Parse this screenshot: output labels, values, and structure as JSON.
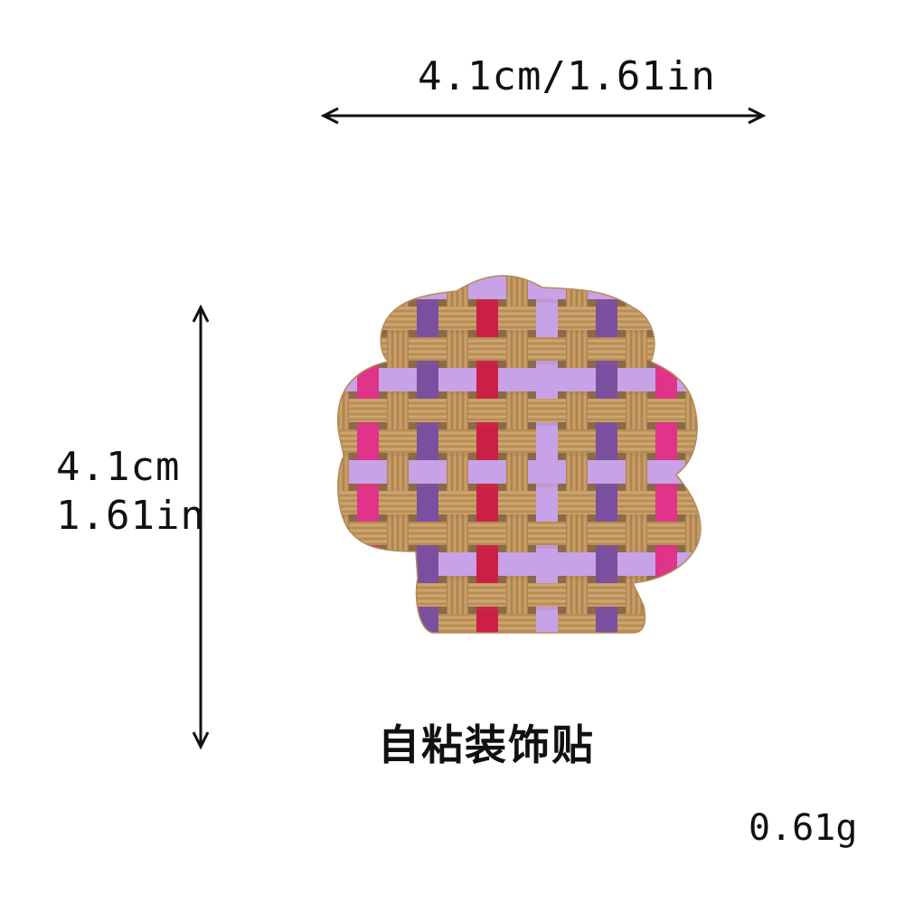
{
  "dimensions": {
    "width_label": "4.1cm/1.61in",
    "height_label_cm": "4.1cm",
    "height_label_in": "1.61in"
  },
  "caption": "自粘装饰贴",
  "weight": "0.61g",
  "colors": {
    "straw": "#c49a63",
    "straw_dark": "#9d7447",
    "lavender": "#c8a2e6",
    "magenta": "#e0338a",
    "crimson": "#cc1f45",
    "violet": "#7b4fa0",
    "ink": "#111111"
  },
  "product": {
    "shape": "scalloped shell",
    "material": "woven straw patch"
  }
}
